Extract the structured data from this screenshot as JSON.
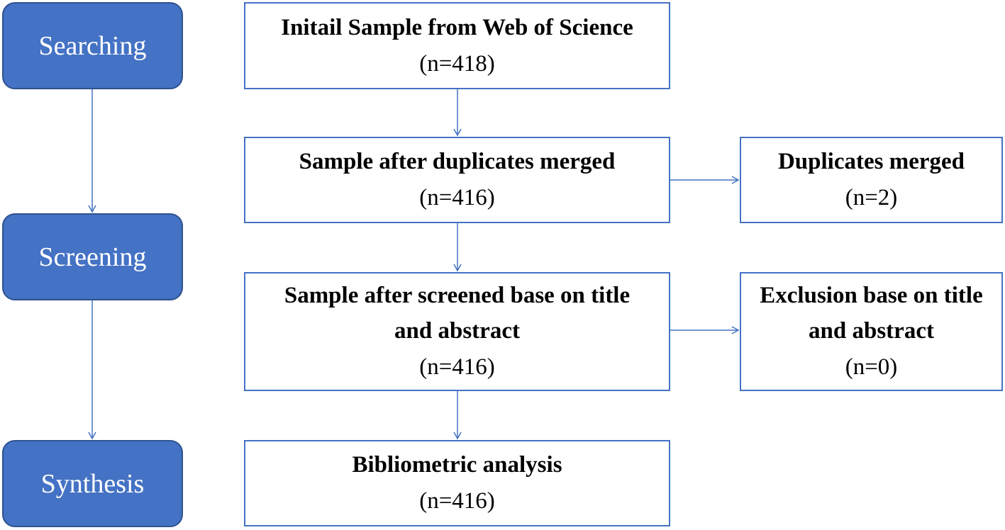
{
  "colors": {
    "stage_fill": "#4472C4",
    "stage_border": "#2F528F",
    "box_border": "#4472C4",
    "arrow": "#4472C4"
  },
  "stages": [
    {
      "label": "Searching"
    },
    {
      "label": "Screening"
    },
    {
      "label": "Synthesis"
    }
  ],
  "boxes": {
    "initial": {
      "title": "Initail Sample from Web of Science",
      "count": "(n=418)"
    },
    "dedup": {
      "title": "Sample after duplicates merged",
      "count": "(n=416)"
    },
    "duplicates": {
      "title": "Duplicates merged",
      "count": "(n=2)"
    },
    "screened": {
      "title_line1": "Sample after screened base on title",
      "title_line2": "and abstract",
      "count": "(n=416)"
    },
    "exclusion": {
      "title_line1": "Exclusion base on title",
      "title_line2": "and abstract",
      "count": "(n=0)"
    },
    "biblio": {
      "title": "Bibliometric analysis",
      "count": "(n=416)"
    }
  }
}
